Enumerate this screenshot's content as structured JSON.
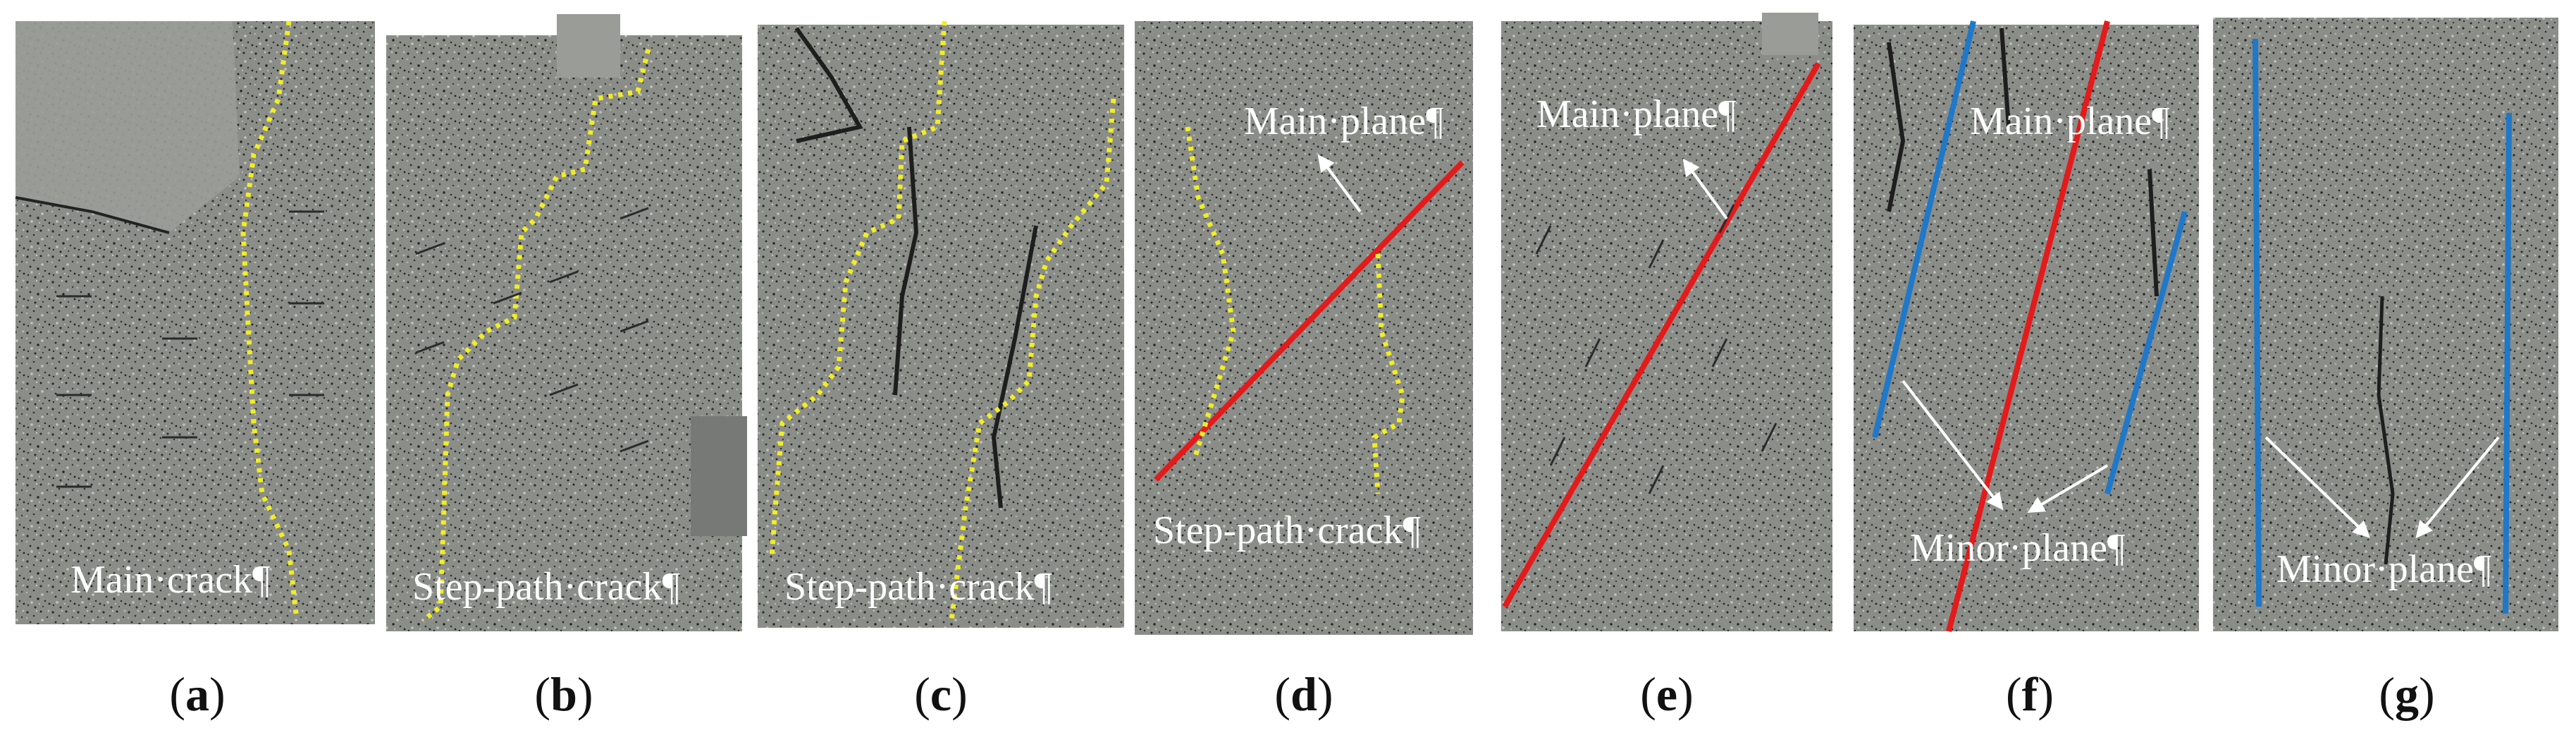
{
  "panels": [
    {
      "id": "a",
      "annotations": [
        "Main·crack¶"
      ]
    },
    {
      "id": "b",
      "annotations": [
        "Step-path·crack¶"
      ]
    },
    {
      "id": "c",
      "annotations": [
        "Step-path·crack¶"
      ]
    },
    {
      "id": "d",
      "annotations": [
        "Main·plane¶",
        "Step-path·crack¶"
      ]
    },
    {
      "id": "e",
      "annotations": [
        "Main·plane¶"
      ]
    },
    {
      "id": "f",
      "annotations": [
        "Main·plane¶",
        "Minor·plane¶"
      ]
    },
    {
      "id": "g",
      "annotations": [
        "Minor·plane¶"
      ]
    }
  ],
  "colors": {
    "main_plane": "#e31b1b",
    "minor_plane": "#1f78c8",
    "crack_trace": "#f2ee22",
    "specimen": "#8a8c88",
    "annotation_text": "#ffffff",
    "arrow": "#ffffff"
  }
}
